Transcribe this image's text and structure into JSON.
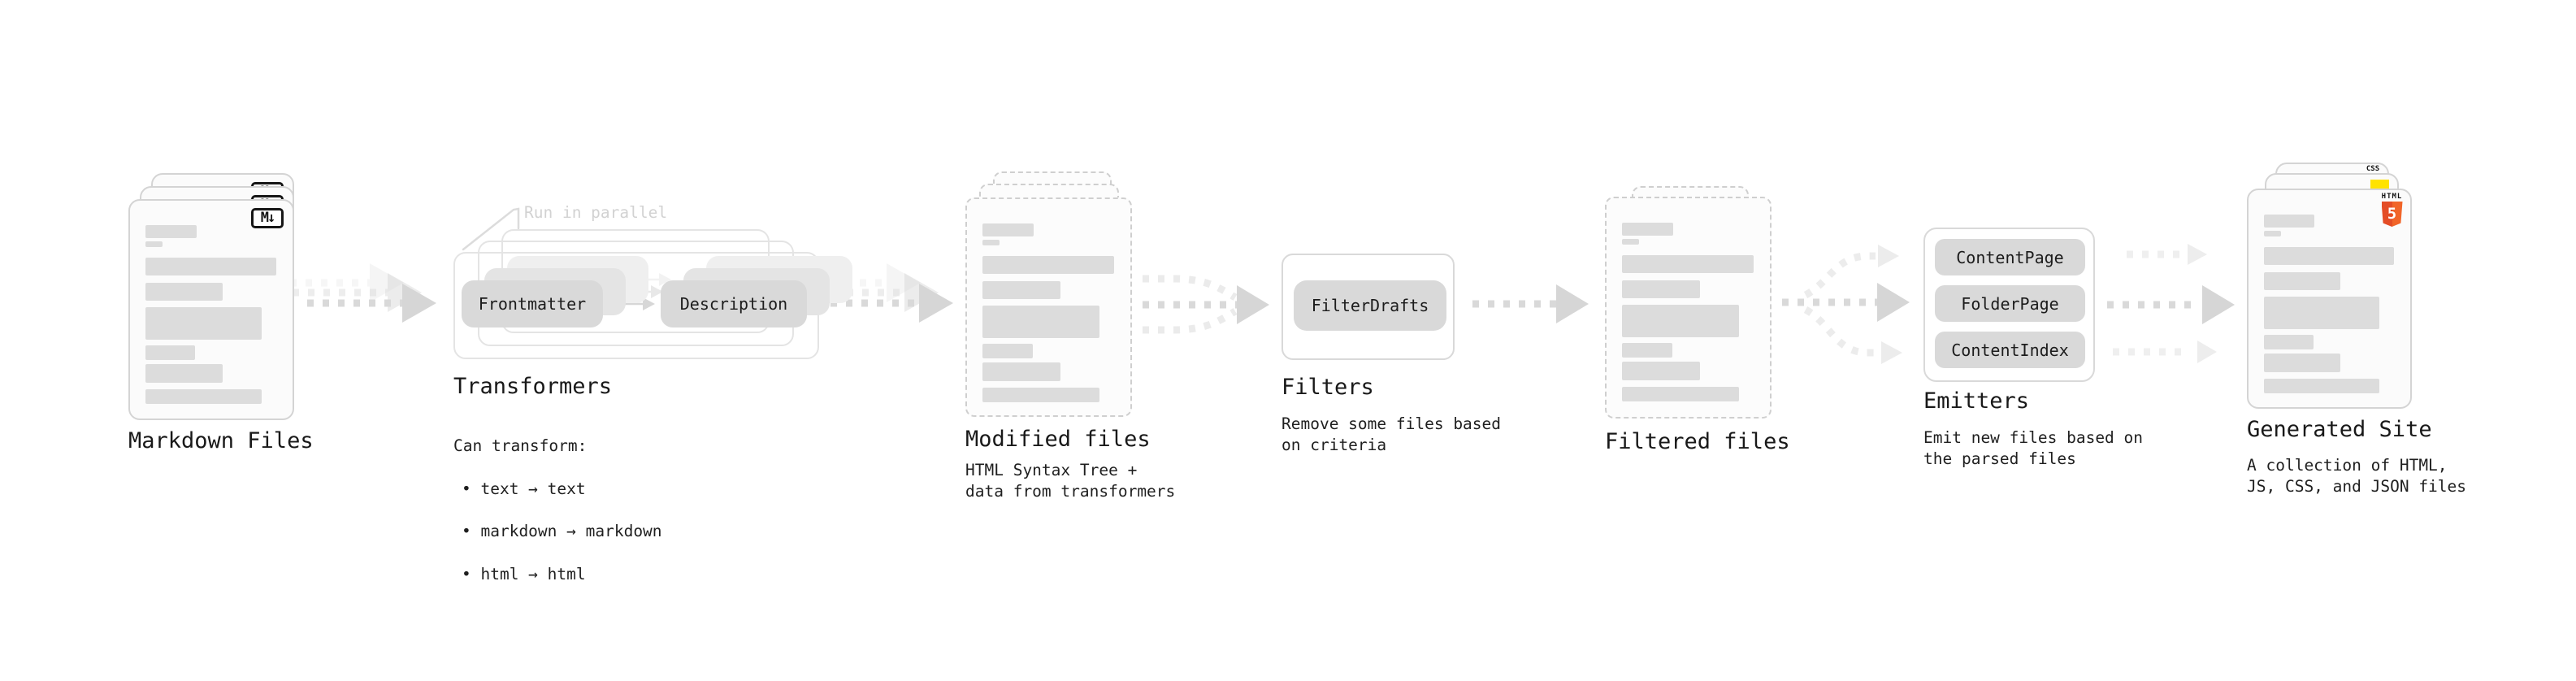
{
  "markdown_files": {
    "title": "Markdown Files",
    "badge": "M↓"
  },
  "transformers": {
    "title": "Transformers",
    "callout": "Run in parallel",
    "pill_left": "Frontmatter",
    "pill_right": "Description",
    "desc_heading": "Can transform:",
    "bullets": [
      "• text → text",
      "• markdown → markdown",
      "• html → html"
    ]
  },
  "modified_files": {
    "title": "Modified files",
    "desc": "HTML Syntax Tree +\ndata from transformers"
  },
  "filters": {
    "title": "Filters",
    "pill": "FilterDrafts",
    "desc": "Remove some files based\non criteria"
  },
  "filtered_files": {
    "title": "Filtered files"
  },
  "emitters": {
    "title": "Emitters",
    "pills": [
      "ContentPage",
      "FolderPage",
      "ContentIndex"
    ],
    "desc": "Emit new files based on\nthe parsed files"
  },
  "generated_site": {
    "title": "Generated Site",
    "desc": "A collection of HTML,\nJS, CSS, and JSON files",
    "badge_css": "CSS",
    "badge_html_label": "HTML",
    "badge_html_number": "5"
  },
  "colors": {
    "arrow_main": "#d9d9d9",
    "arrow_light": "#ececec",
    "pill_bg": "#d9d9d9",
    "css_blue": "#2f6be4",
    "js_yellow": "#ffe300",
    "html5_orange": "#e44d26"
  }
}
